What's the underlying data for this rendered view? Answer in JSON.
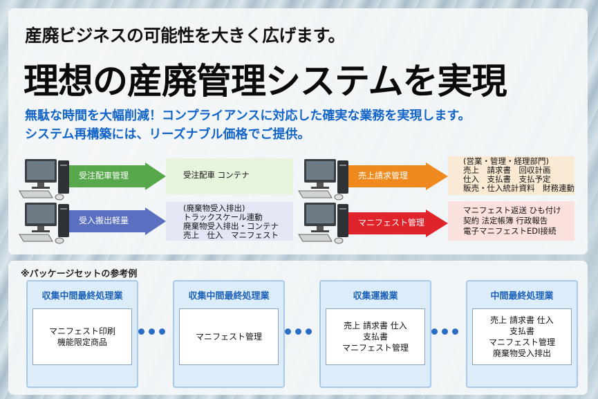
{
  "header": {
    "tagline": "産廃ビジネスの可能性を大きく広げます。",
    "headline": "理想の産廃管理システムを実現",
    "description_line1": "無駄な時間を大幅削減！コンプライアンスに対応した確実な業務を実現します。",
    "description_line2": "システム再構築には、リーズナブル価格でご提供。"
  },
  "flows": [
    {
      "label": "受注配車管理",
      "color": "#57a84a",
      "box_color": "#e6f4dc",
      "lines": [
        "受注配車 コンテナ"
      ]
    },
    {
      "label": "受入搬出軽量",
      "color": "#5b6fc0",
      "box_color": "#e2e6f5",
      "lines": [
        "(廃棄物受入排出)",
        "トラックスケール連動",
        "廃棄物受入排出・コンテナ",
        "売上　仕入　マニフェスト"
      ]
    },
    {
      "label": "売上請求管理",
      "color": "#f08a1e",
      "box_color": "#fbead3",
      "lines": [
        "(営業・管理・経理部門)",
        "売上　請求書　回収計画",
        "仕入　支払書　支払予定",
        "販売・仕入統計資料　財務連動"
      ]
    },
    {
      "label": "マニフェスト管理",
      "color": "#e0242c",
      "box_color": "#fbe1de",
      "lines": [
        "マニフェスト返送 ひも付け",
        "契約 法定帳簿 行政報告",
        "電子マニフェストEDI接続"
      ]
    }
  ],
  "packages": {
    "note": "※パッケージセットの参考例",
    "cards": [
      {
        "title": "収集中間最終処理業",
        "lines": [
          "マニフェスト印刷",
          "機能限定商品"
        ]
      },
      {
        "title": "収集中間最終処理業",
        "lines": [
          "マニフェスト管理"
        ]
      },
      {
        "title": "収集運搬業",
        "lines": [
          "売上 請求書 仕入",
          "支払書",
          "マニフェスト管理"
        ]
      },
      {
        "title": "中間最終処理業",
        "lines": [
          "売上 請求書 仕入",
          "支払書",
          "マニフェスト管理",
          "廃棄物受入排出"
        ]
      }
    ]
  }
}
